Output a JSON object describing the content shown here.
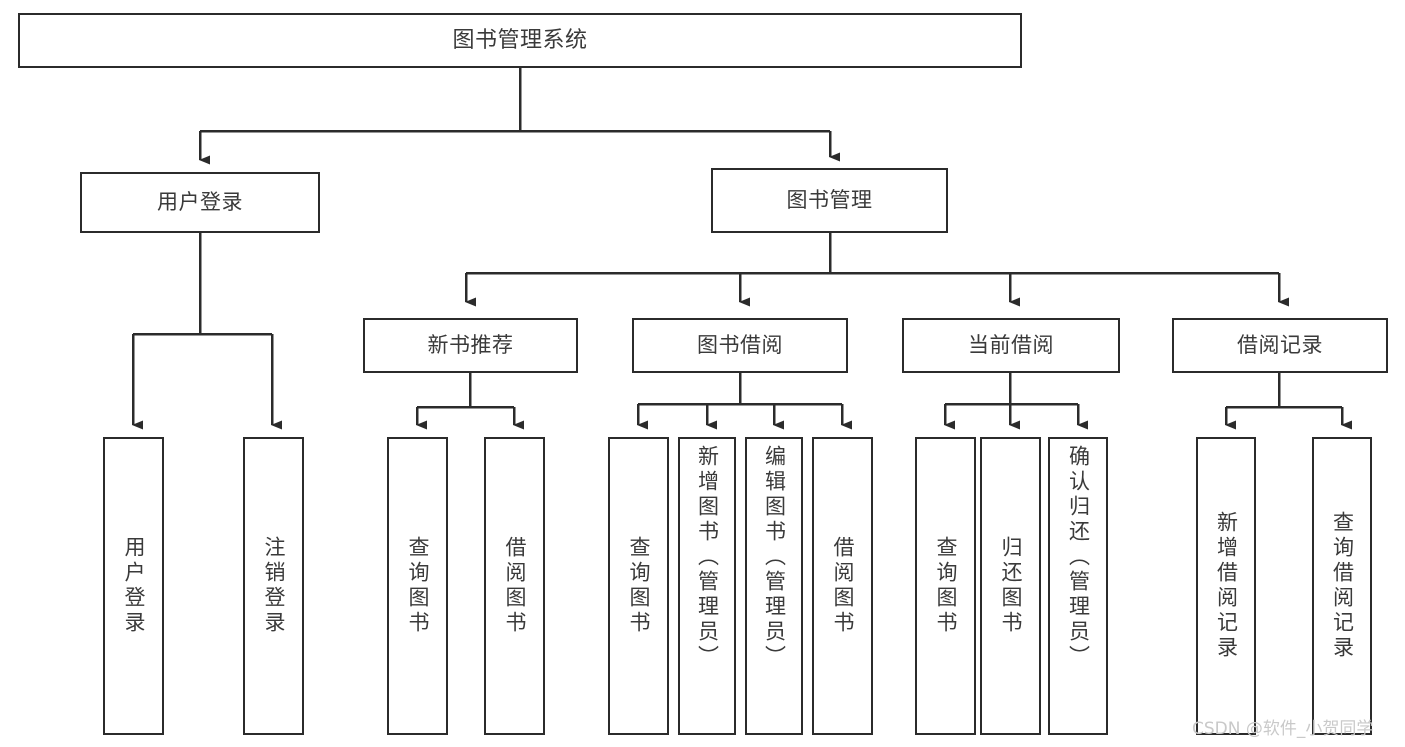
{
  "diagram": {
    "title": "图书管理系统",
    "type": "tree",
    "orientation": "top-down",
    "edge_style": "orthogonal-arrow",
    "colors": {
      "box_border": "#2b2b2b",
      "box_fill": "#ffffff",
      "text": "#3a3a3a",
      "edge": "#2b2b2b",
      "background": "#ffffff",
      "watermark": "#c9c9c9"
    }
  },
  "root": {
    "label": "图书管理系统"
  },
  "level1": [
    {
      "label": "用户登录"
    },
    {
      "label": "图书管理"
    }
  ],
  "level2": [
    {
      "label": "新书推荐"
    },
    {
      "label": "图书借阅"
    },
    {
      "label": "当前借阅"
    },
    {
      "label": "借阅记录"
    }
  ],
  "leaves": {
    "user_login": [
      {
        "label": "用户登录"
      },
      {
        "label": "注销登录"
      }
    ],
    "new_book_recommend": [
      {
        "label": "查询图书"
      },
      {
        "label": "借阅图书"
      }
    ],
    "book_borrow": [
      {
        "label": "查询图书"
      },
      {
        "label": "新增图书（管理员）"
      },
      {
        "label": "编辑图书（管理员）"
      },
      {
        "label": "借阅图书"
      }
    ],
    "current_borrow": [
      {
        "label": "查询图书"
      },
      {
        "label": "归还图书"
      },
      {
        "label": "确认归还（管理员）"
      }
    ],
    "borrow_record": [
      {
        "label": "新增借阅记录"
      },
      {
        "label": "查询借阅记录"
      }
    ]
  },
  "watermark": {
    "text": "CSDN @软件_小贺同学"
  }
}
